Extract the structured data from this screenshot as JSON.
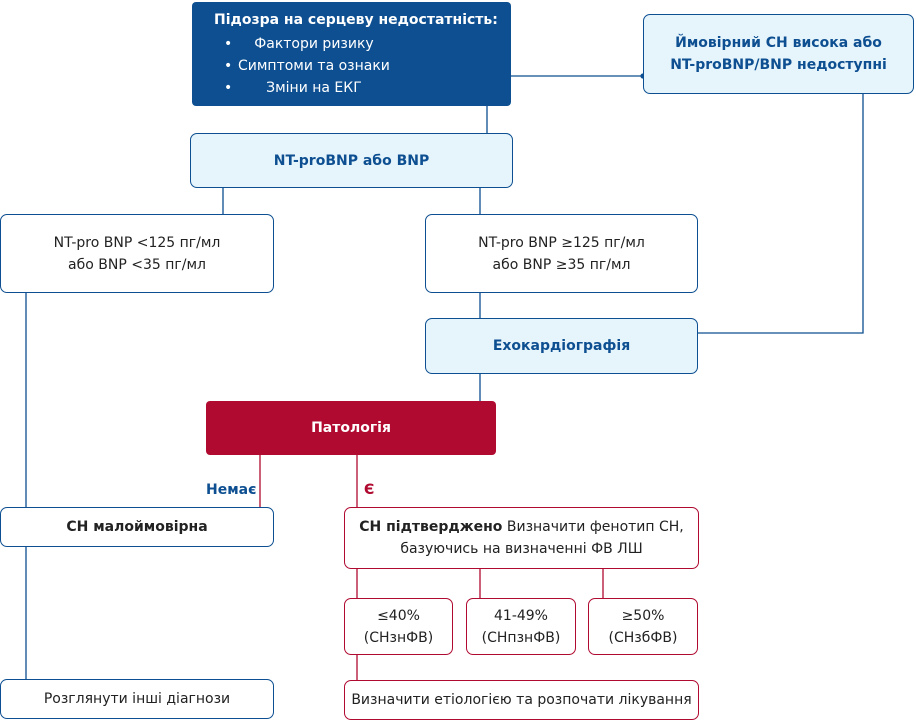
{
  "suspicion": {
    "title": "Підозра на серцеву недостатність:",
    "items": [
      "Фактори ризику",
      "Симптоми та ознаки",
      "Зміни на ЕКГ"
    ]
  },
  "high_probability": {
    "line1": "Ймовірний СН висока або",
    "line2": "NT-proBNP/BNP недоступні"
  },
  "bnp_test": "NT-proBNP або BNP",
  "low_bnp": {
    "line1": "NT-pro BNP <125 пг/мл",
    "line2": "або BNP <35 пг/мл"
  },
  "high_bnp": {
    "line1": "NT-pro BNP ≥125 пг/мл",
    "line2": "або BNP ≥35 пг/мл"
  },
  "echo": "Ехокардіографія",
  "pathology": "Патологія",
  "label_no": "Немає",
  "label_yes": "Є",
  "unlikely": "СН малоймовірна",
  "confirmed": {
    "bold": "СН підтверджено",
    "rest1": " Визначити фенотип СН,",
    "line2": "базуючись на визначенні ФВ ЛШ"
  },
  "phenotypes": [
    {
      "value": "≤40%",
      "name": "(СНзнФВ)"
    },
    {
      "value": "41-49%",
      "name": "(СНпзнФВ)"
    },
    {
      "value": "≥50%",
      "name": "(СНзбФВ)"
    }
  ],
  "other_dx": "Розглянути інші діагнози",
  "etiology": "Визначити етіологією та розпочати лікування",
  "colors": {
    "blue": "#0d4f91",
    "light_blue": "#e6f4fb",
    "red": "#b00a31"
  }
}
